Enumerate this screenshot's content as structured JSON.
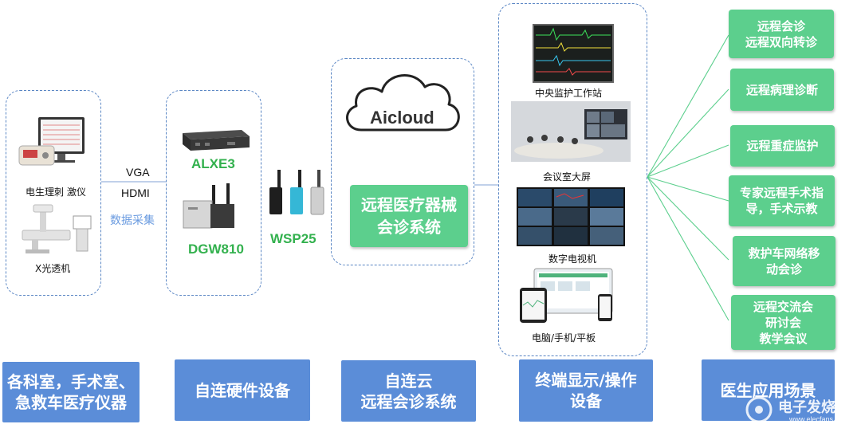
{
  "colors": {
    "accent_blue": "#5b8dd8",
    "scenario_green": "#5ccf8d",
    "device_green": "#33b14e",
    "dash_border": "#5a86c4",
    "collect_label": "#6a9be0"
  },
  "left": {
    "device1": "电生理刺 激仪",
    "device2": "X光透机"
  },
  "link": {
    "vga": "VGA",
    "hdmi": "HDMI",
    "collect": "数据采集"
  },
  "hardware": {
    "alxe3": "ALXE3",
    "dgw810": "DGW810",
    "wsp25": "WSP25"
  },
  "cloud": {
    "logo": "Aicloud",
    "system_line1": "远程医疗器械",
    "system_line2": "会诊系统"
  },
  "terminals": {
    "t1": "中央监护工作站",
    "t2": "会议室大屏",
    "t3": "数字电视机",
    "t4": "电脑/手机/平板"
  },
  "scenarios": [
    {
      "line1": "远程会诊",
      "line2": "远程双向转诊"
    },
    {
      "line1": "远程病理诊断"
    },
    {
      "line1": "远程重症监护"
    },
    {
      "line1": "专家远程手术指",
      "line2": "导，手术示教"
    },
    {
      "line1": "救护车网络移",
      "line2": "动会诊"
    },
    {
      "line1": "远程交流会",
      "line2": "研讨会",
      "line3": "教学会议"
    }
  ],
  "categories": [
    {
      "line1": "各科室，手术室、",
      "line2": "急救车医疗仪器"
    },
    {
      "line1": "自连硬件设备"
    },
    {
      "line1": "自连云",
      "line2": "远程会诊系统"
    },
    {
      "line1": "终端显示/操作",
      "line2": "设备"
    },
    {
      "line1": "医生应用场景"
    }
  ],
  "watermark": {
    "brand": "电子发烧友",
    "url": "www.elecfans.com"
  }
}
